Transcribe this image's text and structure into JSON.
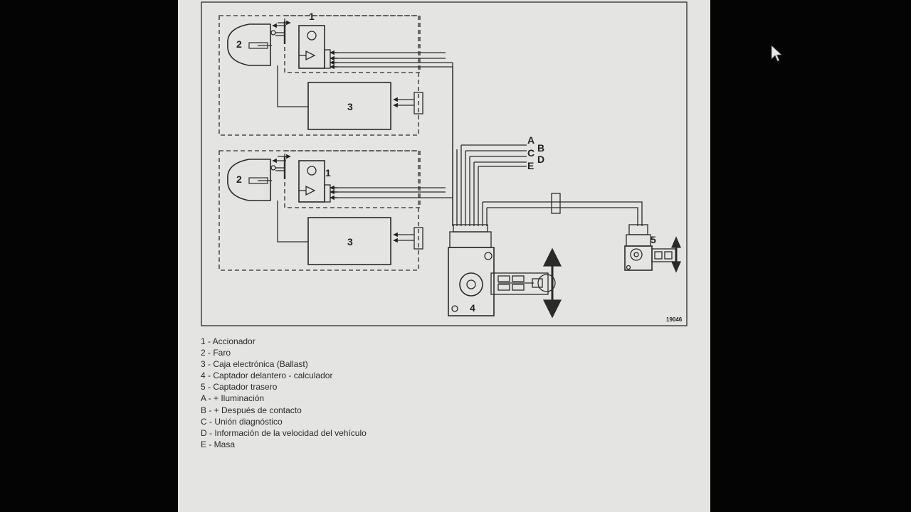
{
  "diagram": {
    "figure_number": "19046",
    "labels": {
      "actuator": "1",
      "headlamp": "2",
      "ballast": "3",
      "front_sensor": "4",
      "rear_sensor": "5",
      "a": "A",
      "b": "B",
      "c": "C",
      "d": "D",
      "e": "E"
    }
  },
  "legend": [
    "1 - Accionador",
    "2 - Faro",
    "3 - Caja electrónica (Ballast)",
    "4 - Captador delantero - calculador",
    "5 - Captador trasero",
    "A - + Iluminación",
    "B - + Después de contacto",
    "C - Unión diagnóstico",
    "D - Información de la velocidad del vehículo",
    "E - Masa"
  ],
  "colors": {
    "page": "#e4e4e2",
    "ink": "#2a2a2a",
    "background": "#040404"
  }
}
